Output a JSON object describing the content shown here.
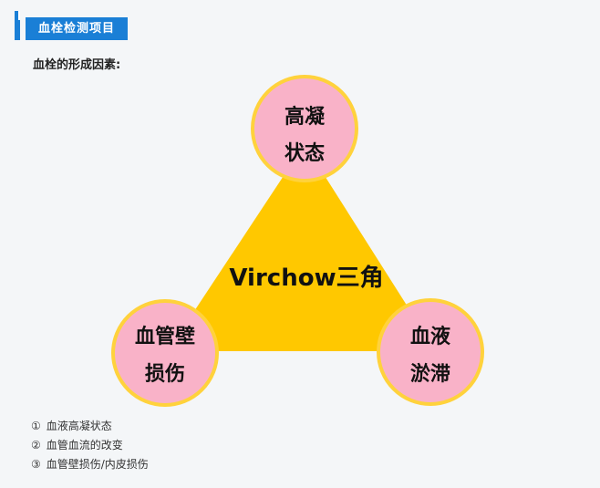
{
  "section": {
    "title": "血栓检测项目",
    "subtitle": "血栓的形成因素:"
  },
  "diagram": {
    "center_label": "Virchow三角",
    "nodes": [
      {
        "id": "top",
        "line1": "高凝",
        "line2": "状态"
      },
      {
        "id": "left",
        "line1": "血管壁",
        "line2": "损伤"
      },
      {
        "id": "right",
        "line1": "血液",
        "line2": "淤滞"
      }
    ],
    "colors": {
      "triangle": "#ffc800",
      "circle_fill": "#f9b2c8",
      "circle_stroke": "#ffd23c",
      "accent": "#1a7fd6"
    }
  },
  "factors": [
    {
      "num": "①",
      "text": "血液高凝状态"
    },
    {
      "num": "②",
      "text": "血管血流的改变"
    },
    {
      "num": "③",
      "text": "血管壁损伤/内皮损伤"
    }
  ]
}
